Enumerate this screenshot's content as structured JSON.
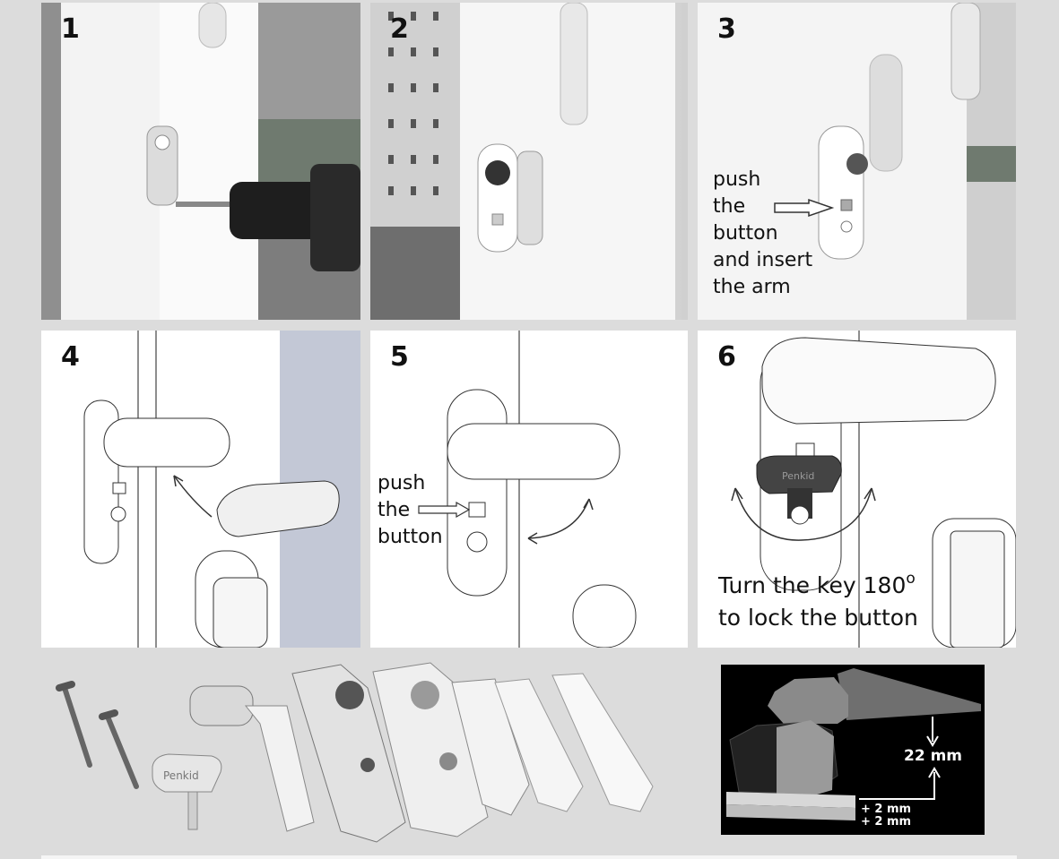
{
  "steps": [
    {
      "number": "1"
    },
    {
      "number": "2"
    },
    {
      "number": "3",
      "caption_lines": [
        "push",
        "the",
        "button",
        "and insert",
        "the arm"
      ]
    },
    {
      "number": "4"
    },
    {
      "number": "5",
      "caption_lines": [
        "push",
        "the",
        "button"
      ]
    },
    {
      "number": "6",
      "caption_line1": "Turn the key 180",
      "caption_degree": "o",
      "caption_line2": "to lock the button"
    }
  ],
  "key_brand": "Penkid",
  "dimensions": {
    "height": "22 mm",
    "base1": "+ 2 mm",
    "base2": "+ 2 mm"
  },
  "colors": {
    "background": "#dcdcdc",
    "inset_background": "#000000",
    "drill_body": "#1e1e1e",
    "line_stroke": "#333333"
  }
}
